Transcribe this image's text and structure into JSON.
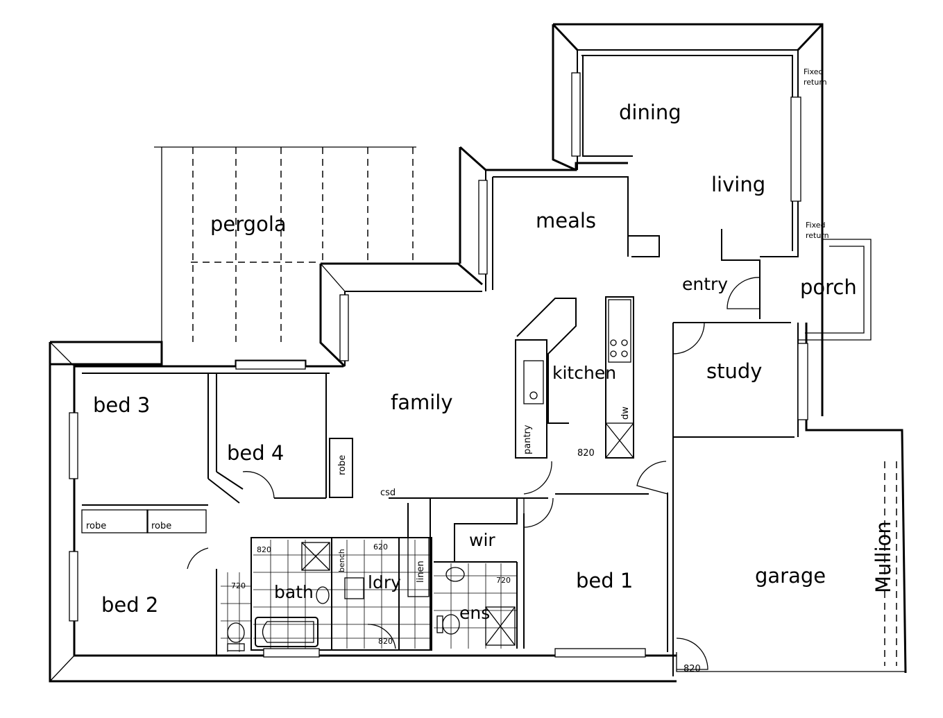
{
  "rooms": {
    "dining": "dining",
    "living": "living",
    "meals": "meals",
    "pergola": "pergola",
    "entry": "entry",
    "porch": "porch",
    "kitchen": "kitchen",
    "family": "family",
    "study": "study",
    "bed3": "bed 3",
    "bed4": "bed 4",
    "bed2": "bed 2",
    "bed1": "bed 1",
    "garage": "garage",
    "bath": "bath",
    "ldry": "ldry",
    "wir": "wir",
    "ens": "ens"
  },
  "fixtures": {
    "robe_a": "robe",
    "robe_b": "robe",
    "robe_c": "robe",
    "linen": "linen",
    "bench": "bench",
    "pantry": "pantry",
    "dw": "dw",
    "csd": "csd",
    "mullion": "Mullion",
    "fixed_return_1a": "Fixed",
    "fixed_return_1b": "return",
    "fixed_return_2a": "Fixed",
    "fixed_return_2b": "return"
  },
  "dimensions": {
    "door_820_kitchen": "820",
    "door_820_garage": "820",
    "door_820_ens": "820",
    "door_720_bath": "720",
    "door_720_ens": "720",
    "door_620_ldry": "620",
    "door_820_bath": "820"
  }
}
